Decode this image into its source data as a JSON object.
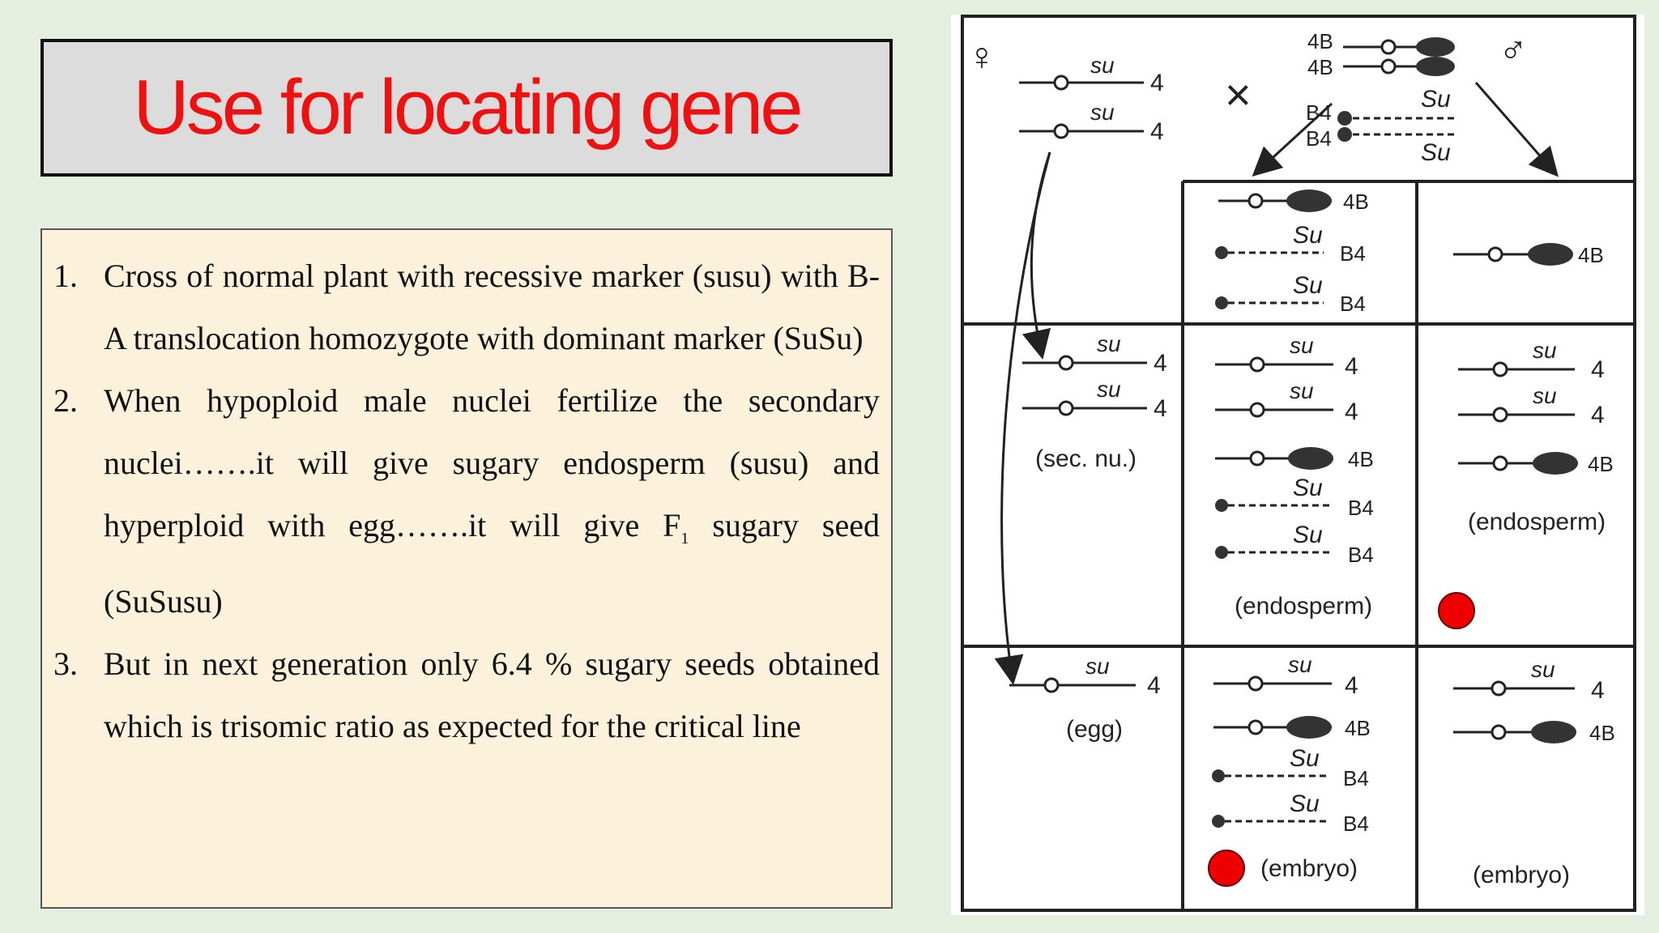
{
  "title": "Use for locating gene",
  "points": [
    {
      "num": "1.",
      "text": "Cross of normal plant with recessive marker (susu) with B-A translocation homozygote with dominant marker (SuSu)"
    },
    {
      "num": "2.",
      "text_a": "When hypoploid male nuclei fertilize the secondary nuclei…….it will give sugary endosperm (susu) and hyperploid with egg…….it will give F",
      "sub": "1",
      "text_b": " sugary seed (SuSusu)"
    },
    {
      "num": "3.",
      "text": "But in next generation only 6.4 % sugary seeds obtained which is trisomic ratio as expected for the critical line"
    }
  ],
  "figure": {
    "female_symbol": "♀",
    "male_symbol": "♂",
    "cross_symbol": "×",
    "gene_su": "su",
    "gene_Su": "Su",
    "chrom_4": "4",
    "chrom_4B": "4B",
    "chrom_B4": "B4",
    "label_sec_nu": "(sec. nu.)",
    "label_egg": "(egg)",
    "label_endosperm": "(endosperm)",
    "label_embryo": "(embryo)",
    "highlight_color": "#ee0000"
  }
}
